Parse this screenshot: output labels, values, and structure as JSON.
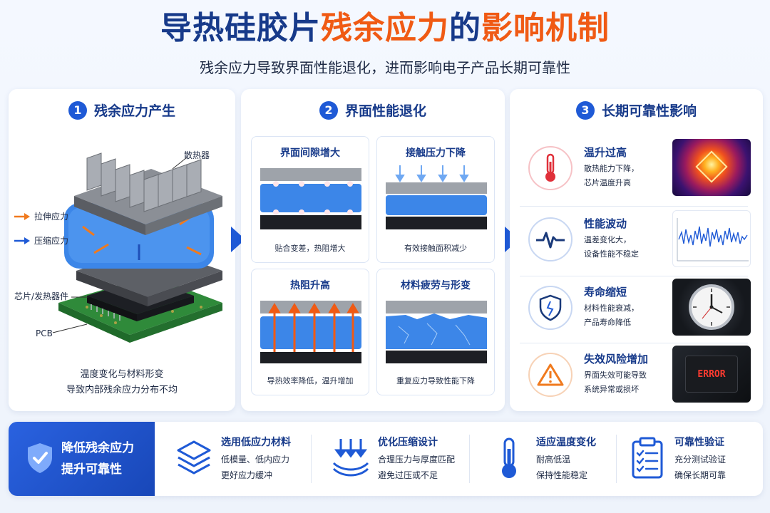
{
  "title": {
    "part1": "导热硅胶片",
    "part2": "残余应力",
    "part3": "的",
    "part4": "影响机制"
  },
  "subtitle": "残余应力导致界面性能退化，进而影响电子产品长期可靠性",
  "panel1": {
    "number": "1",
    "title": "残余应力产生",
    "labels": {
      "heatsink": "散热器",
      "tensile": "拉伸应力",
      "compressive": "压缩应力",
      "chip": "芯片/发热器件",
      "pcb": "PCB"
    },
    "caption_line1": "温度变化与材料形变",
    "caption_line2": "导致内部残余应力分布不均",
    "colors": {
      "tensile": "#f07a1e",
      "compressive": "#1f5ad6"
    }
  },
  "panel2": {
    "number": "2",
    "title": "界面性能退化",
    "cards": [
      {
        "title": "界面间隙增大",
        "caption": "贴合变差，热阻增大"
      },
      {
        "title": "接触压力下降",
        "caption": "有效接触面积减少"
      },
      {
        "title": "热阻升高",
        "caption": "导热效率降低，温升增加"
      },
      {
        "title": "材料疲劳与形变",
        "caption": "重复应力导致性能下降"
      }
    ]
  },
  "panel3": {
    "number": "3",
    "title": "长期可靠性影响",
    "rows": [
      {
        "title": "温升过高",
        "desc1": "散热能力下降，",
        "desc2": "芯片温度升高",
        "icon": "thermometer-icon"
      },
      {
        "title": "性能波动",
        "desc1": "温差变化大，",
        "desc2": "设备性能不稳定",
        "icon": "pulse-icon"
      },
      {
        "title": "寿命缩短",
        "desc1": "材料性能衰减，",
        "desc2": "产品寿命降低",
        "icon": "shield-crack-icon"
      },
      {
        "title": "失效风险增加",
        "desc1": "界面失效可能导致",
        "desc2": "系统异常或损坏",
        "icon": "warning-icon"
      }
    ],
    "error_text": "ERROR"
  },
  "bottom": {
    "lead_line1": "降低残余应力",
    "lead_line2": "提升可靠性",
    "features": [
      {
        "title": "选用低应力材料",
        "desc1": "低模量、低内应力",
        "desc2": "更好应力缓冲"
      },
      {
        "title": "优化压缩设计",
        "desc1": "合理压力与厚度匹配",
        "desc2": "避免过压或不足"
      },
      {
        "title": "适应温度变化",
        "desc1": "耐高低温",
        "desc2": "保持性能稳定"
      },
      {
        "title": "可靠性验证",
        "desc1": "充分测试验证",
        "desc2": "确保长期可靠"
      }
    ]
  },
  "colors": {
    "primary": "#1f5ad6",
    "navy": "#173a8a",
    "orange": "#f05a14",
    "pad_blue": "#3c86e8"
  }
}
